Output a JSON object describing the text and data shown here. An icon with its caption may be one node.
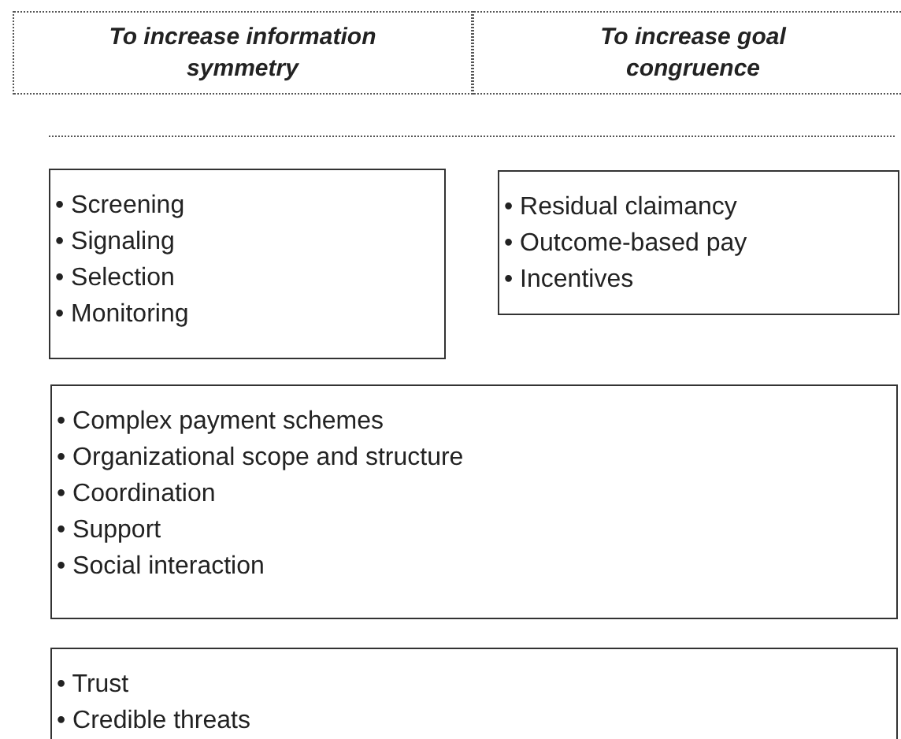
{
  "diagram": {
    "nodes": [
      {
        "text": [
          "To increase information symmetry"
        ]
      },
      {
        "text": [
          "To increase goal congruence"
        ]
      },
      {
        "text": [
          "• Screening",
          "• Signaling",
          "• Selection",
          "• Monitoring"
        ]
      },
      {
        "text": [
          "• Residual claimancy",
          "• Outcome-based pay",
          "• Incentives"
        ]
      },
      {
        "text": [
          "• Complex payment schemes",
          "• Organizational scope and structure",
          "• Coordination",
          "• Support",
          "• Social interaction"
        ]
      },
      {
        "text": [
          "• Trust",
          "• Credible threats"
        ]
      }
    ]
  }
}
